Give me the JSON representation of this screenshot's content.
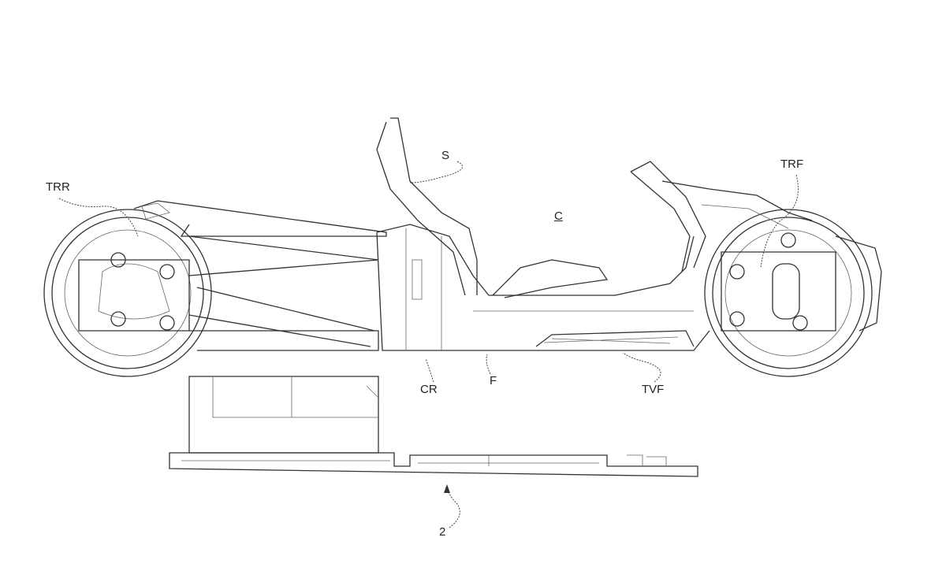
{
  "labels": {
    "rear_wheel": "TRR",
    "seat": "S",
    "chassis": "C",
    "front_wheel": "TRF",
    "crossmember": "CR",
    "frame": "F",
    "front_tube": "TVF",
    "platform": "2"
  }
}
